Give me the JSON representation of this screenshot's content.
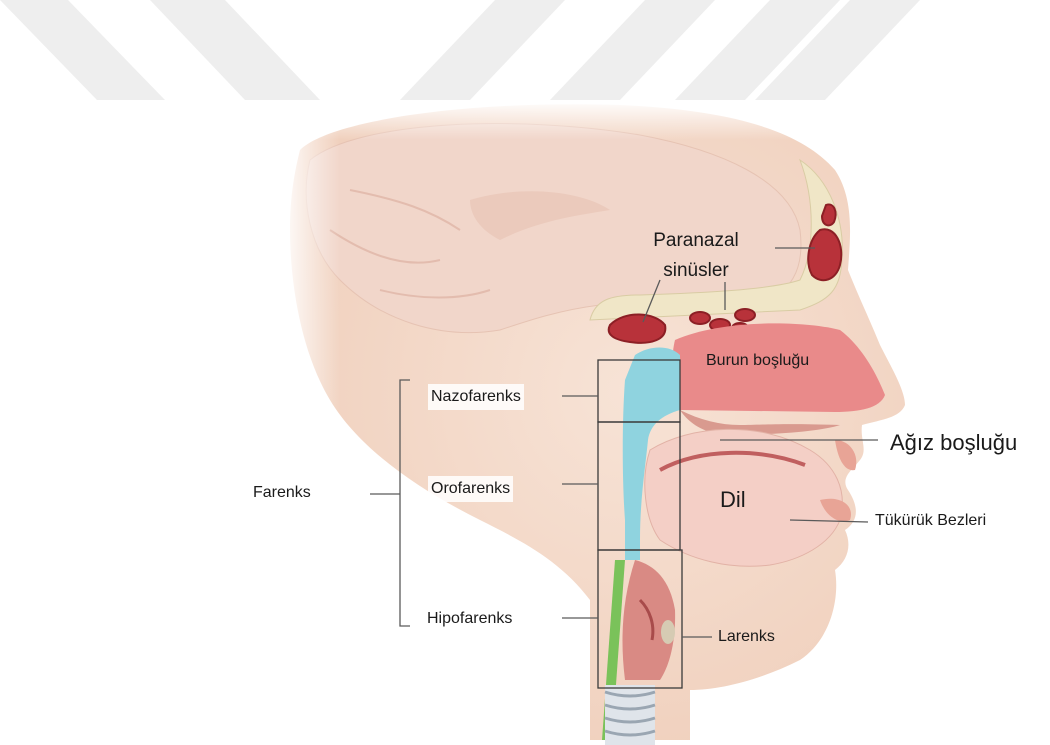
{
  "labels": {
    "paranasal_line1": "Paranazal",
    "paranasal_line2": "sinüsler",
    "nasal_cavity": "Burun boşluğu",
    "oral_cavity": "Ağız boşluğu",
    "tongue": "Dil",
    "salivary_glands": "Tükürük Bezleri",
    "larynx": "Larenks",
    "pharynx": "Farenks",
    "nasopharynx": "Nazofarenks",
    "oropharynx": "Orofarenks",
    "hypopharynx": "Hipofarenks"
  },
  "colors": {
    "skin": "#f5dccc",
    "brain": "#f3dcd2",
    "nasal_cavity": "#e98a8a",
    "pharynx_airway": "#8fd3df",
    "sinus": "#b8323a",
    "tongue": "#f4cfc6",
    "esophagus_green": "#7ac25a",
    "watermark": "#f0f0f0",
    "leader_line": "#5a5a5a"
  }
}
